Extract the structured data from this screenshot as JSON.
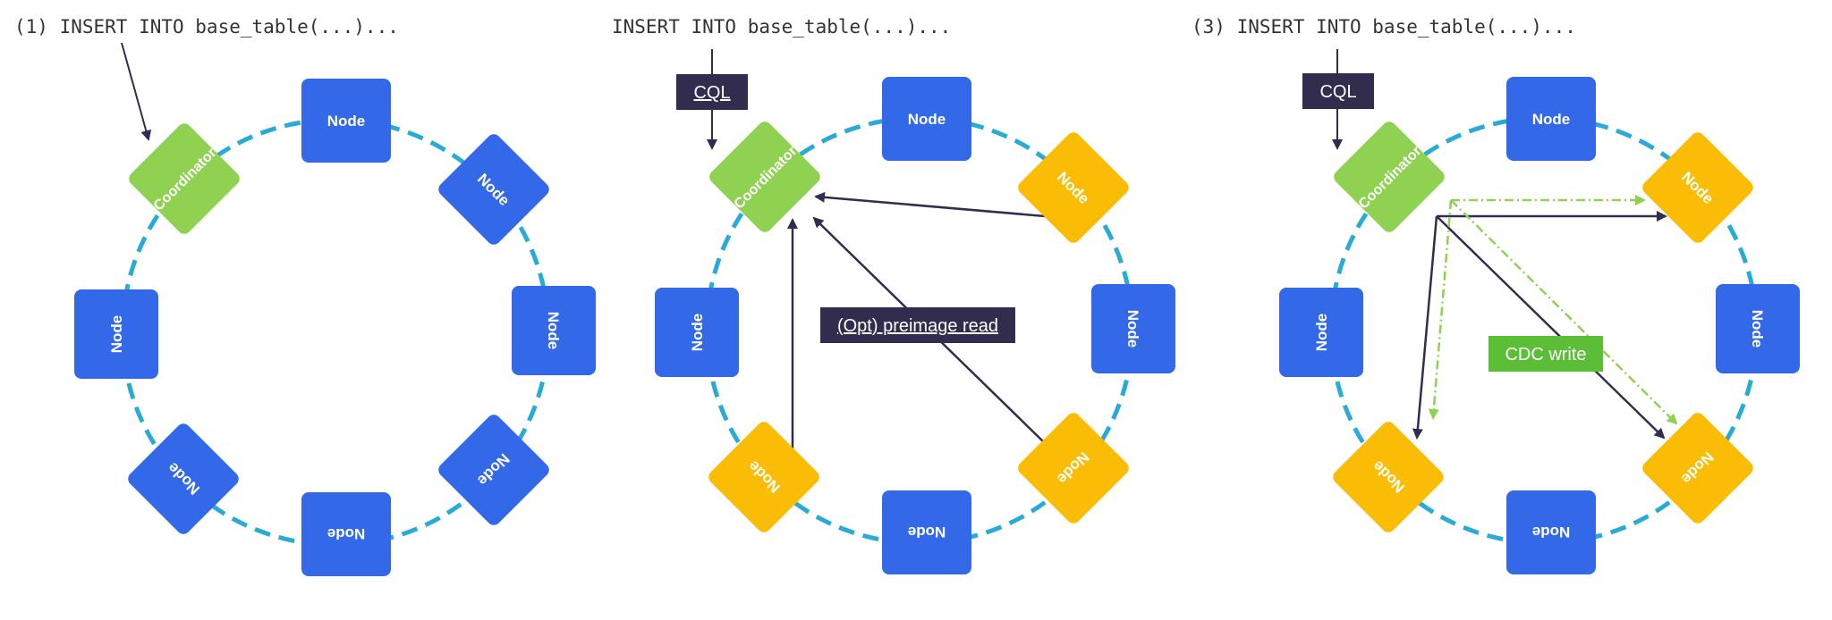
{
  "panels": [
    {
      "title": "(1) INSERT INTO base_table(...)...",
      "coordinator_label": "Coordinator",
      "node_label": "Node",
      "highlighted_nodes": [],
      "cql_label": ""
    },
    {
      "title": "INSERT INTO base_table(...)...",
      "coordinator_label": "Coordinator",
      "node_label": "Node",
      "highlighted_nodes": [
        1,
        3,
        5
      ],
      "cql_label": "CQL",
      "annotation_label": "(Opt) preimage read"
    },
    {
      "title": "(3) INSERT INTO base_table(...)...",
      "coordinator_label": "Coordinator",
      "node_label": "Node",
      "highlighted_nodes": [
        1,
        3,
        5
      ],
      "cql_label": "CQL",
      "annotation_label": "CDC write"
    }
  ],
  "colors": {
    "node": "#3369e8",
    "coordinator": "#8fd150",
    "replica": "#fbbc05",
    "ring": "#29abd6",
    "label_bg": "#322c4f",
    "cdc_label_bg": "#5cbd37",
    "arrow": "#322c4f",
    "cdc_arrow": "#8fd150",
    "title_text": "#333333"
  }
}
